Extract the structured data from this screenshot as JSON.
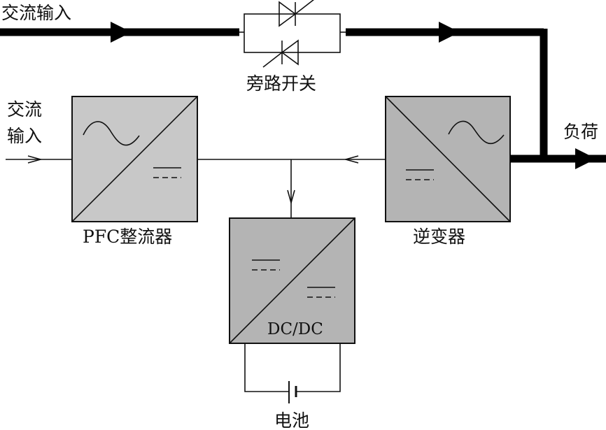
{
  "title": "UPS structure diagram",
  "labels": {
    "ac_input_top": "交流输入",
    "bypass_switch": "旁路开关",
    "ac_input_left_line1": "交流",
    "ac_input_left_line2": "输入",
    "pfc_rectifier": "PFC整流器",
    "inverter": "逆变器",
    "dcdc_converter": "DC/DC",
    "battery": "电池",
    "load": "负荷"
  },
  "blocks": [
    {
      "id": "pfc",
      "name": "PFC整流器",
      "input": "AC",
      "output": "DC",
      "fill": "#c8c8c8"
    },
    {
      "id": "inverter",
      "name": "逆变器",
      "input": "DC",
      "output": "AC",
      "fill": "#b4b4b4"
    },
    {
      "id": "dcdc",
      "name": "DC/DC",
      "input": "DC",
      "output": "DC",
      "fill": "#b4b4b4"
    }
  ],
  "colors": {
    "line": "#000000",
    "pfc_fill": "#c8c8c8",
    "converter_fill": "#b4b4b4"
  }
}
